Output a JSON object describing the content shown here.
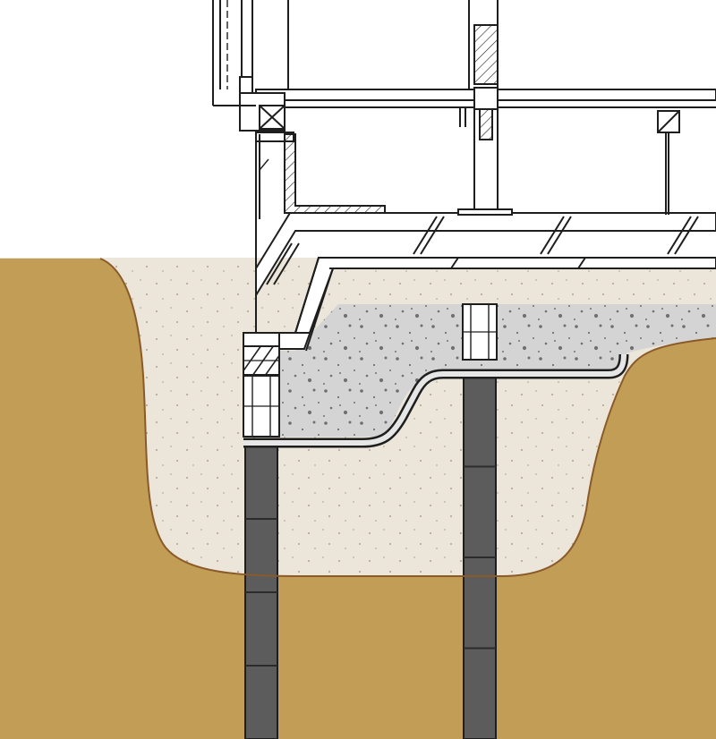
{
  "diagram": {
    "kind": "foundation-section",
    "labels": []
  },
  "colors": {
    "background": "#ffffff",
    "native_soil": "#ece6da",
    "native_soil_speckle": "#b9ac97",
    "deep_stratum": "#ddd5c9",
    "backfill": "#c29d55",
    "backfill_edge": "#8a5a28",
    "concrete": "#d4d4d4",
    "concrete_speckle": "#6f6f6f",
    "pile": "#5c5c5c",
    "pile_joint": "#2b2b2b",
    "line": "#1e1e1e"
  },
  "piles": {
    "count": 2,
    "segments_visible": 4
  },
  "legend": []
}
